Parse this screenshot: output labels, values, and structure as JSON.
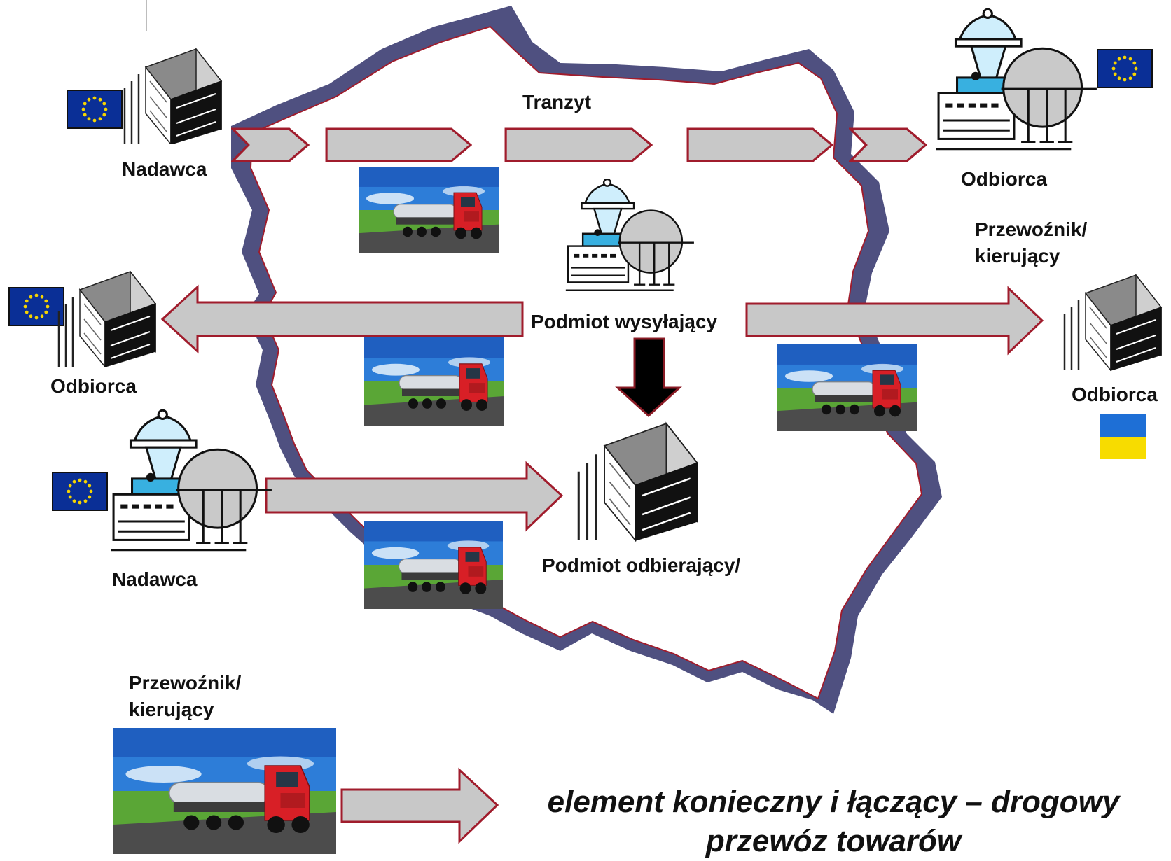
{
  "labels": {
    "tranzyt": "Tranzyt",
    "nadawca_top": "Nadawca",
    "odbiorca_top_right": "Odbiorca",
    "przewoznik_right_line1": "Przewoźnik/",
    "przewoznik_right_line2": "kierujący",
    "podmiot_wysylajacy": "Podmiot wysyłający",
    "odbiorca_left": "Odbiorca",
    "odbiorca_right": "Odbiorca",
    "nadawca_bottom": "Nadawca",
    "podmiot_odbierajacy": "Podmiot odbierający/",
    "przewoznik_bottom_line1": "Przewoźnik/",
    "przewoznik_bottom_line2": "kierujący"
  },
  "caption": {
    "line1": "element konieczny i łączący – drogowy",
    "line2": "przewóz towarów"
  },
  "icons": {
    "eu_flag": "eu-flag-icon",
    "ukraine_flag": "ukraine-flag-icon",
    "warehouse": "warehouse-building-icon",
    "refinery": "refinery-tank-icon",
    "truck_photo": "tanker-truck-photo",
    "map_outline": "poland-map-outline"
  },
  "colors": {
    "arrow_fill": "#c8c8c8",
    "arrow_stroke": "#a01c2c",
    "map_fill": "#4f5080",
    "down_arrow": "#000000",
    "eu_blue": "#0a2f96",
    "eu_star": "#f6d400",
    "ua_blue": "#1e6fd6",
    "ua_yellow": "#f7dc00",
    "truck_red": "#d81f26",
    "sky_blue": "#2d7dd8",
    "grass_green": "#5aa636"
  }
}
